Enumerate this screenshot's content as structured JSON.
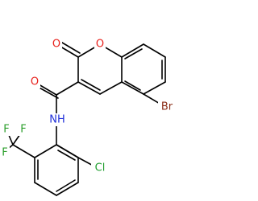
{
  "molecule": {
    "atoms": {
      "o_ring": "O",
      "o_carbonyl": "O",
      "br": "Br",
      "o_amide": "O",
      "nh": "NH",
      "cl": "Cl",
      "f_top_left": "F",
      "f_top_right": "F",
      "f_left": "F"
    },
    "colors": {
      "bond": "#000000",
      "oxygen": "#e8211c",
      "bromine": "#8b2e18",
      "nitrogen": "#1f2fd9",
      "chlorine": "#1f9e2f",
      "fluorine": "#2a9e2a"
    }
  }
}
